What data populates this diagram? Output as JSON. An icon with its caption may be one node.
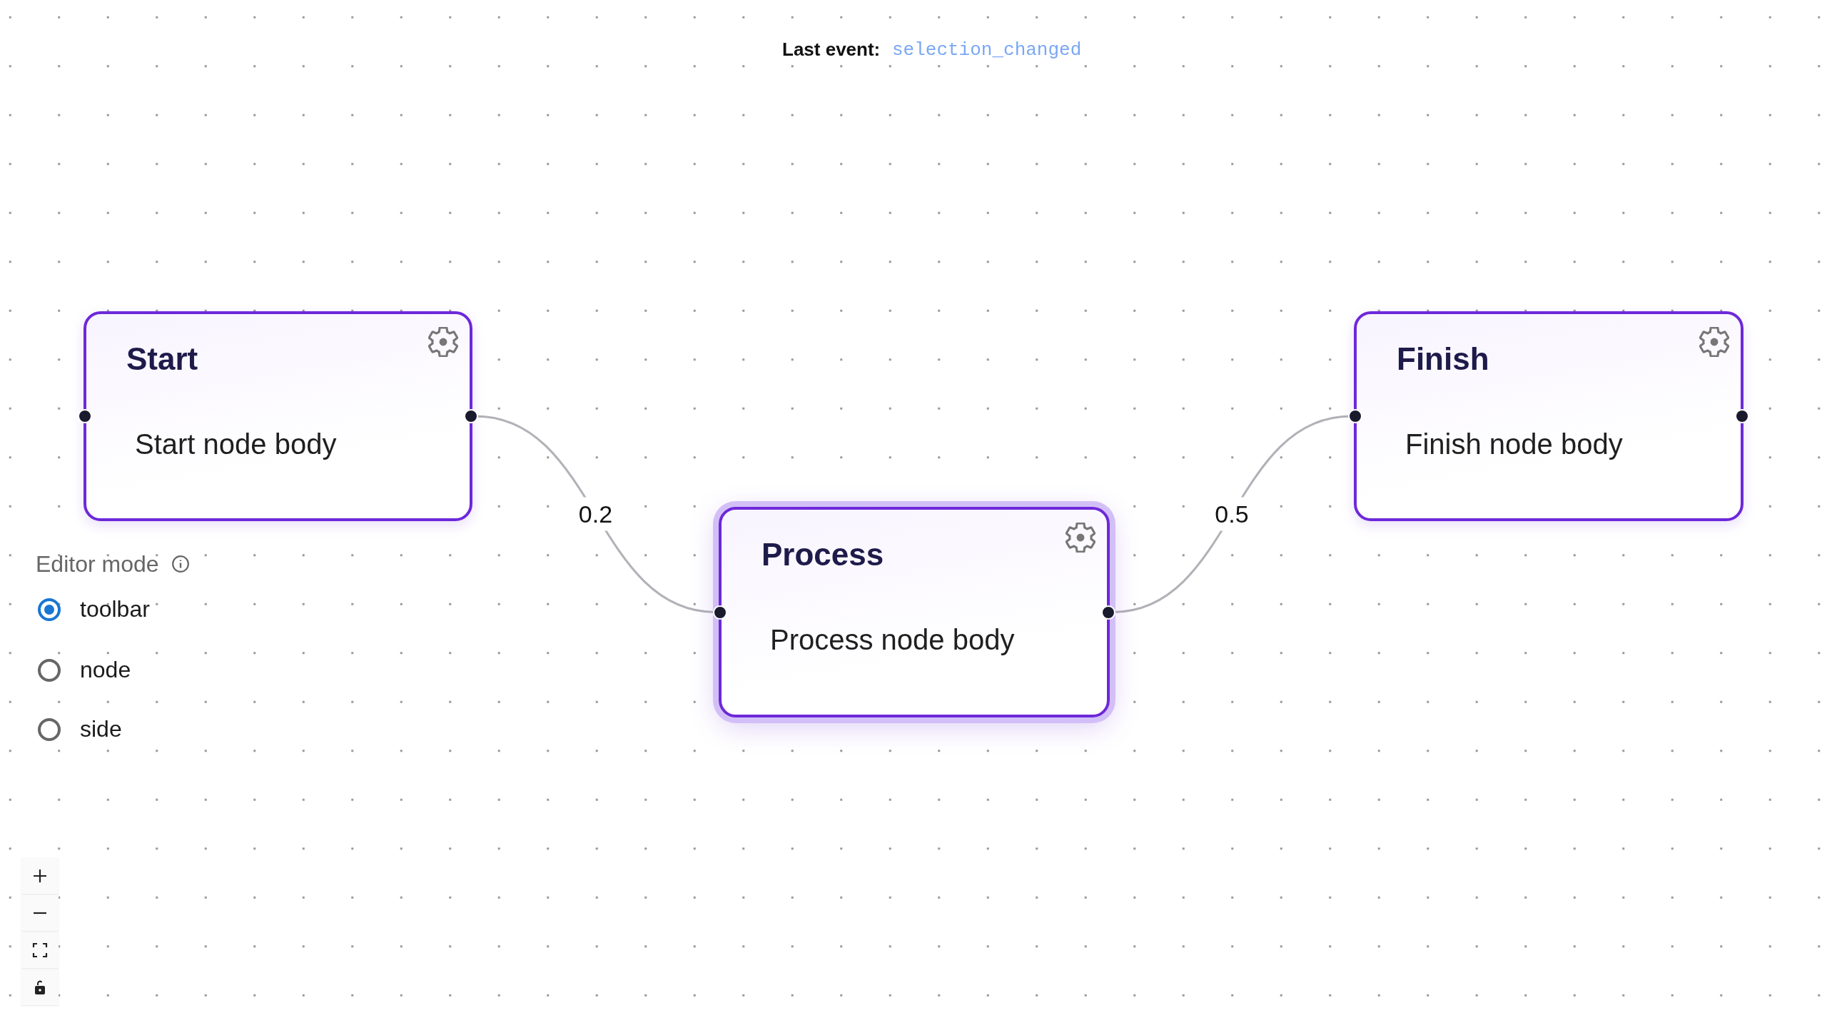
{
  "diagram": {
    "nodes": [
      {
        "text": [
          "Start",
          "Start node body"
        ]
      },
      {
        "text": [
          "Process",
          "Process node body"
        ]
      },
      {
        "text": [
          "Finish",
          "Finish node body"
        ]
      }
    ],
    "edges": [
      {
        "from": 0,
        "to": 1,
        "arrow": "none",
        "label": "0.2"
      },
      {
        "from": 1,
        "to": 2,
        "arrow": "none",
        "label": "0.5"
      }
    ],
    "labels": [
      "Last event:",
      "selection_changed",
      "Editor mode",
      "toolbar",
      "node",
      "side"
    ]
  }
}
